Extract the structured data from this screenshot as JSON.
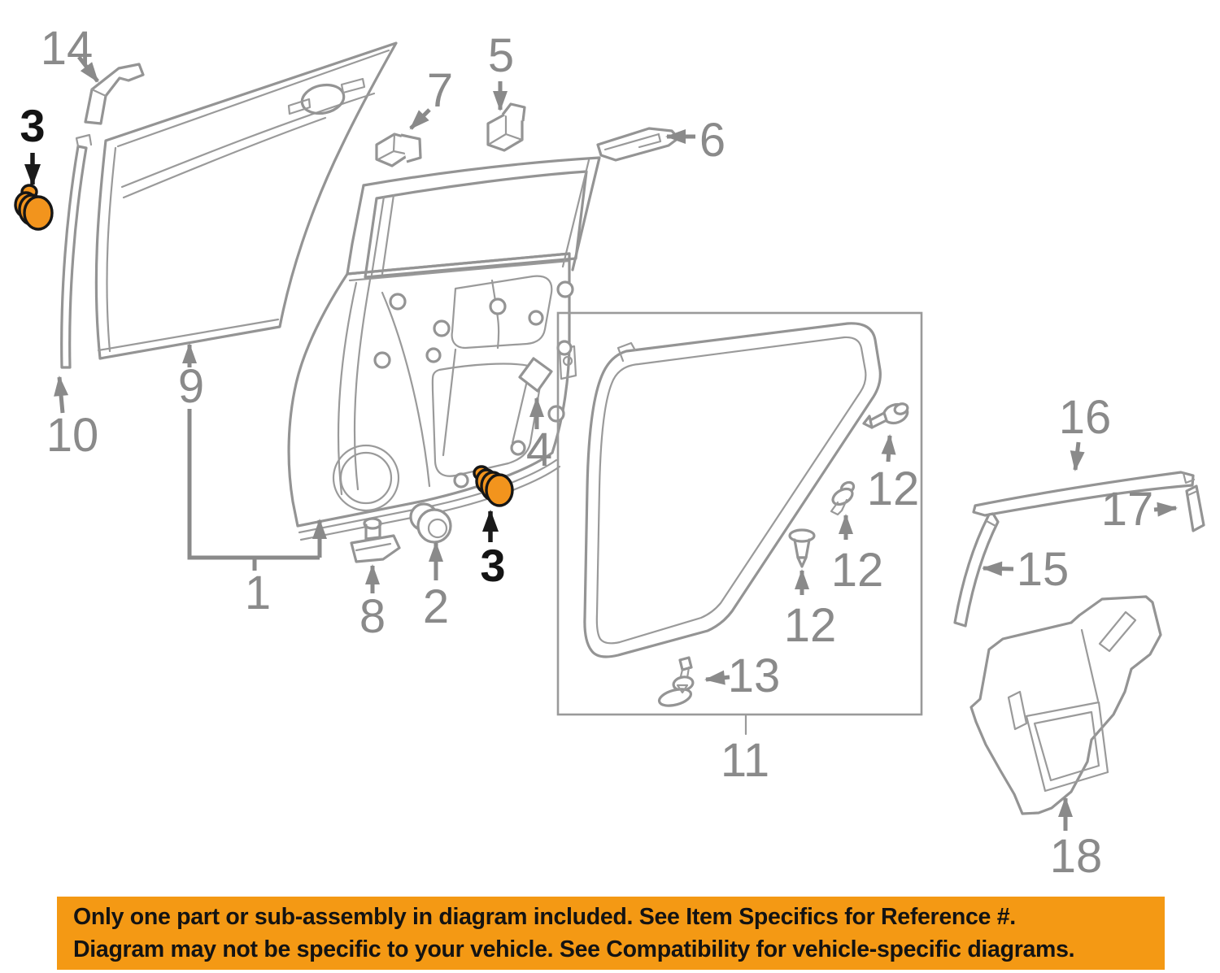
{
  "banner": {
    "line1": "Only one part or sub-assembly in diagram included. See Item Specifics for Reference #.",
    "line2": "Diagram may not be specific to your vehicle. See Compatibility for vehicle-specific diagrams.",
    "bg_color": "#F49914",
    "text_color": "#131313"
  },
  "colors": {
    "line_gray": "#949494",
    "label_gray": "#8a8a8a",
    "label_black": "#141414",
    "highlight_orange": "#F2941D",
    "background": "#ffffff"
  },
  "diagram": {
    "callouts": [
      {
        "label": "14",
        "highlighted": false
      },
      {
        "label": "3",
        "highlighted": true
      },
      {
        "label": "7",
        "highlighted": false
      },
      {
        "label": "5",
        "highlighted": false
      },
      {
        "label": "6",
        "highlighted": false
      },
      {
        "label": "9",
        "highlighted": false
      },
      {
        "label": "10",
        "highlighted": false
      },
      {
        "label": "1",
        "highlighted": false
      },
      {
        "label": "8",
        "highlighted": false
      },
      {
        "label": "2",
        "highlighted": false
      },
      {
        "label": "3",
        "highlighted": true
      },
      {
        "label": "4",
        "highlighted": false
      },
      {
        "label": "12",
        "highlighted": false
      },
      {
        "label": "12",
        "highlighted": false
      },
      {
        "label": "12",
        "highlighted": false
      },
      {
        "label": "13",
        "highlighted": false
      },
      {
        "label": "11",
        "highlighted": false
      },
      {
        "label": "16",
        "highlighted": false
      },
      {
        "label": "17",
        "highlighted": false
      },
      {
        "label": "15",
        "highlighted": false
      },
      {
        "label": "18",
        "highlighted": false
      }
    ]
  }
}
